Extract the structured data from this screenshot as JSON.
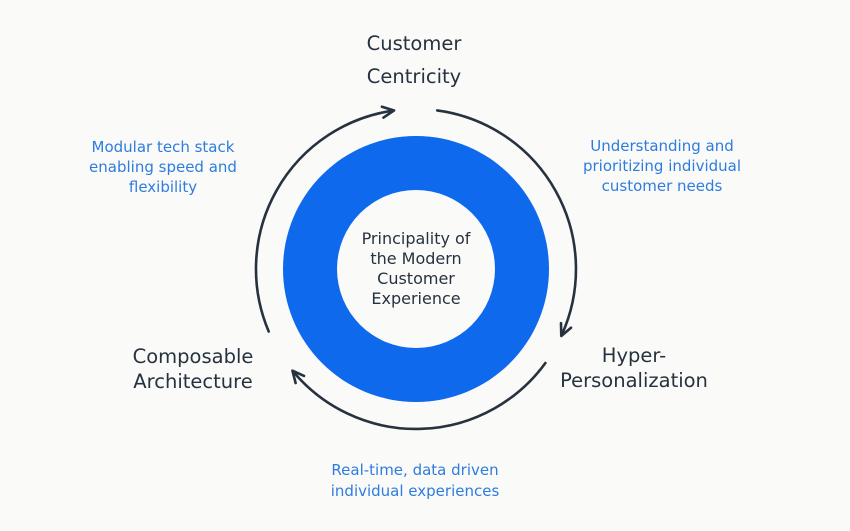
{
  "colors": {
    "background": "#FAFAF9",
    "ring_blue": "#0E69EC",
    "accent_blue": "#2E7CDE",
    "dark": "#27323F"
  },
  "diagram": {
    "center_label": "Principality of\nthe Modern\nCustomer\nExperience",
    "stages": {
      "top": "Customer\nCentricity",
      "right": "Hyper-\nPersonalization",
      "left": "Composable\nArchitecture"
    },
    "annotations": {
      "upper_left": "Modular tech stack\nenabling speed and\nflexibility",
      "upper_right": "Understanding and\nprioritizing individual\ncustomer needs",
      "bottom": "Real-time, data driven\nindividual experiences"
    }
  }
}
